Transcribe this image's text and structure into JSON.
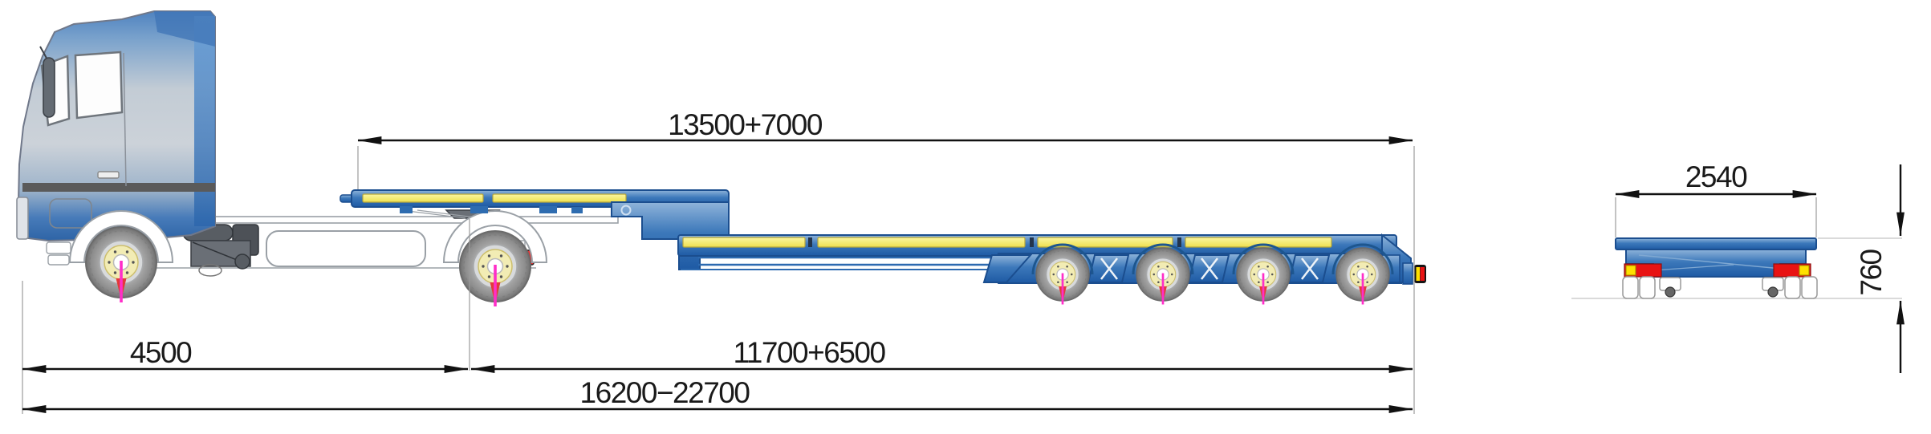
{
  "dimensions": {
    "deck_length": "13500+7000",
    "tractor_section": "4500",
    "trailer_section": "11700+6500",
    "overall_length": "16200−22700",
    "platform_width": "2540",
    "deck_height": "760"
  },
  "colors": {
    "trailer_blue": "#2e6cb0",
    "trailer_outline": "#1b4e8f",
    "plank_yellow": "#f2e860",
    "axle_marker_magenta": "#ff2ec8",
    "axle_arrow_red": "#e23a3a",
    "mudflap_red": "#e81313",
    "reflector_yellow": "#ffe000",
    "tail_light_red": "#e81313",
    "dimension_line": "#111111"
  }
}
